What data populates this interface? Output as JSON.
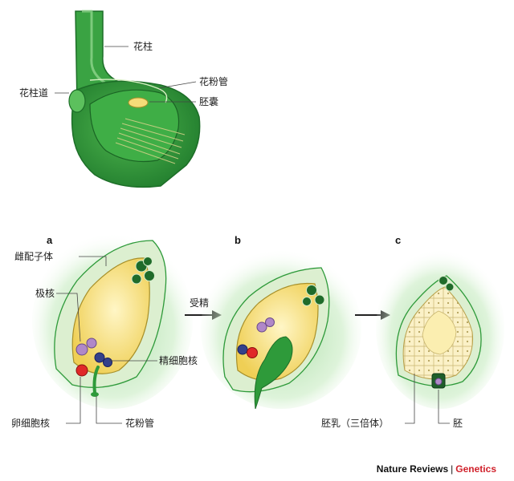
{
  "labels": {
    "style": "花柱",
    "style_canal": "花柱道",
    "pollen_tube_top": "花粉管",
    "embryo_sac": "胚囊",
    "female_gametophyte": "雌配子体",
    "polar_nuclei": "极核",
    "sperm_nuclei": "精细胞核",
    "egg_nucleus": "卵细胞核",
    "pollen_tube": "花粉管",
    "fertilization": "受精",
    "endosperm": "胚乳（三倍体）",
    "embryo": "胚"
  },
  "panels": {
    "a": "a",
    "b": "b",
    "c": "c"
  },
  "credit": {
    "journal": "Nature Reviews",
    "separator": "|",
    "section": "Genetics"
  },
  "colors": {
    "tissue": "#2e9a3a",
    "tissue_dark": "#1d6e28",
    "tissue_glow": "#9fd89a",
    "cell_fill": "#dff0d2",
    "sac_fill": "#f3d86a",
    "sac_inner": "#fbeeb0",
    "polar": "#b088c8",
    "sperm": "#34408a",
    "egg": "#e02828",
    "credit_accent": "#d0202a"
  }
}
